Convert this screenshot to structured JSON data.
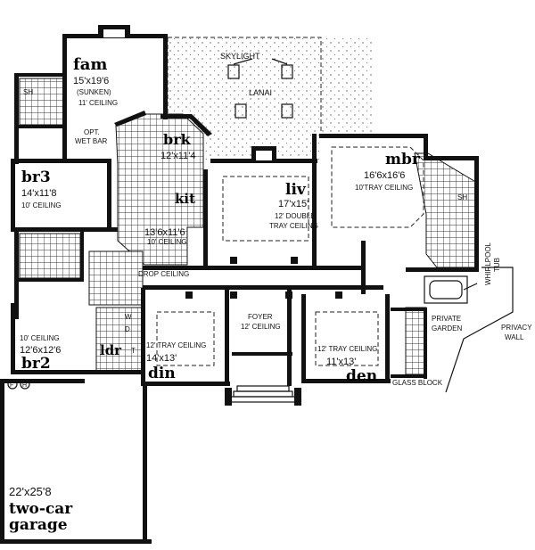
{
  "rooms": {
    "fam": {
      "name": "fam",
      "size": "15'x19'6",
      "note1": "(SUNKEN)",
      "note2": "11' CEILING"
    },
    "brk": {
      "name": "brk",
      "size": "12'x11'4"
    },
    "kit": {
      "name": "kit",
      "size": "13'6x11'6",
      "note": "10' CEILING"
    },
    "br3": {
      "name": "br3",
      "size": "14'x11'8",
      "note": "10' CEILING"
    },
    "liv": {
      "name": "liv",
      "size": "17'x15'",
      "note1": "12' DOUBLE",
      "note2": "TRAY CEILING"
    },
    "mbr": {
      "name": "mbr",
      "size": "16'6x16'6",
      "note": "10'TRAY CEILING"
    },
    "br2": {
      "name": "br2",
      "size": "12'6x12'6",
      "note": "10' CEILING"
    },
    "ldr": {
      "name": "ldr"
    },
    "din": {
      "name": "din",
      "size": "14'x13'",
      "note": "12' TRAY CEILING"
    },
    "den": {
      "name": "den",
      "size": "11'x13'",
      "note": "12' TRAY CEILING"
    },
    "foyer": {
      "name": "FOYER",
      "note": "12' CEILING"
    },
    "garage": {
      "size": "22'x25'8",
      "name1": "two-car",
      "name2": "garage"
    }
  },
  "labels": {
    "skylight": "SKYLIGHT",
    "lanai": "LANAI",
    "wet_bar_1": "OPT.",
    "wet_bar_2": "WET BAR",
    "drop_ceiling": "DROP CEILING",
    "private_garden_1": "PRIVATE",
    "private_garden_2": "GARDEN",
    "privacy_wall_1": "PRIVACY",
    "privacy_wall_2": "WALL",
    "whirlpool_1": "WHIRLPOOL",
    "whirlpool_2": "TUB",
    "glass_block": "GLASS BLOCK",
    "sh_left": "SH",
    "sh_right": "SH",
    "w": "W",
    "d": "D",
    "t": "T",
    "f": "F",
    "h": "H"
  }
}
